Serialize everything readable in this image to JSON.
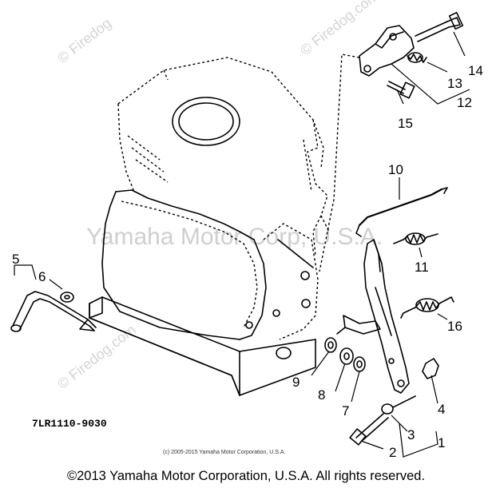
{
  "watermarks": {
    "center": "Yamaha Motor Corp, U.S.A.",
    "site": "© Firedog.com",
    "site_left": "© Firedog.com",
    "site_top": "© Firedog"
  },
  "part_number": "7LR1110-9030",
  "small_copyright": "(c) 2005-2015 Yamaha Motor Corporation, U.S.A.",
  "footer": "©2013 Yamaha Motor Corporation, U.S.A. All rights reserved.",
  "callouts": {
    "c1": "1",
    "c2": "2",
    "c3": "3",
    "c4": "4",
    "c5": "5",
    "c6": "6",
    "c7": "7",
    "c8": "8",
    "c9": "9",
    "c10": "10",
    "c11": "11",
    "c12": "12",
    "c13": "13",
    "c14": "14",
    "c15": "15",
    "c16": "16"
  }
}
